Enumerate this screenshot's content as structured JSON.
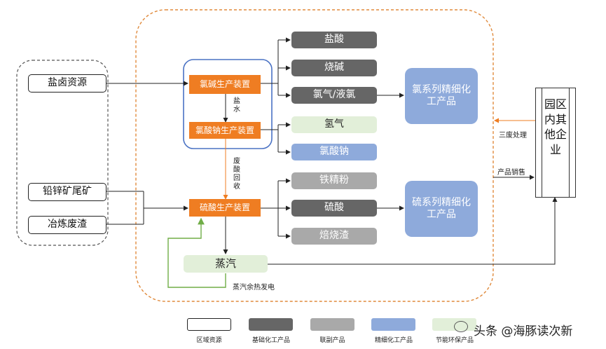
{
  "sources": {
    "brine": "盐卤资源",
    "tailings": "铅锌矿尾矿",
    "slag": "冶炼废渣"
  },
  "devices": {
    "chlor_alkali": "氯碱生产装置",
    "chlorate": "氯酸钠生产装置",
    "sulfuric": "硫酸生产装置"
  },
  "products": {
    "hcl": "盐酸",
    "caustic": "烧碱",
    "chlorine": "氯气/液氯",
    "hydrogen": "氢气",
    "sodium_chlorate": "氯酸钠",
    "iron_powder": "铁精粉",
    "sulfuric_acid": "硫酸",
    "cinder": "焙烧渣",
    "steam": "蒸汽"
  },
  "fine_chem": {
    "chlorine_series": "氯系列精细化工产品",
    "sulfur_series": "硫系列精细化工产品"
  },
  "park": {
    "name": "园区内其他企业"
  },
  "labels": {
    "brine_water": "盐水",
    "waste_acid": "废酸回收",
    "waste_treatment": "三废处理",
    "product_sales": "产品销售",
    "steam_power": "蒸汽余热发电"
  },
  "legend": [
    {
      "label": "区域资源",
      "color": "#ffffff"
    },
    {
      "label": "基础化工产品",
      "color": "#666666"
    },
    {
      "label": "联副产品",
      "color": "#a9a9a9"
    },
    {
      "label": "精细化工产品",
      "color": "#8eaadb"
    },
    {
      "label": "节能环保产品",
      "color": "#e2efd9"
    }
  ],
  "watermark": "头条 @海豚读次新",
  "colors": {
    "orange": "#ef7d22",
    "dark": "#666666",
    "gray": "#a9a9a9",
    "blue": "#8eaadb",
    "green": "#e2efd9",
    "region_border": "#e08a3c",
    "chlor_border": "#4a72c4",
    "loop_green": "#70ad47"
  }
}
